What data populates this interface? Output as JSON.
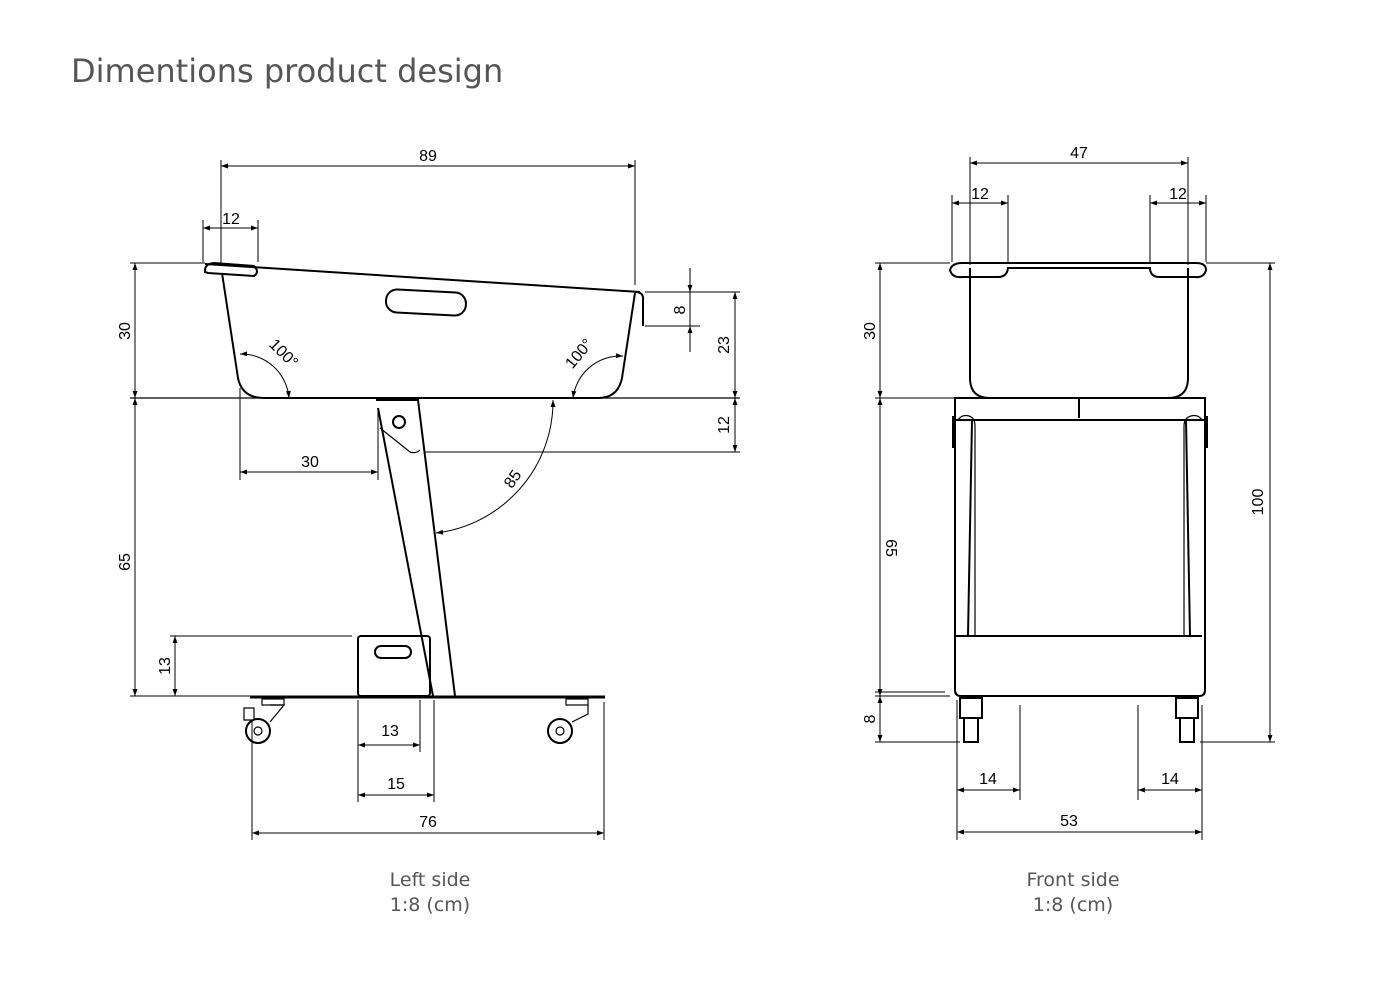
{
  "title": "Dimentions product design",
  "left_view": {
    "caption": "Left side",
    "scale": "1:8 (cm)",
    "dims": {
      "total_length": "89",
      "rim_width": "12",
      "basin_height": "30",
      "frame_height": "65",
      "box_height": "13",
      "lip_height": "8",
      "side_height": "23",
      "leg_offset_v": "12",
      "leg_offset_h": "30",
      "leg_angle": "85",
      "angle_left": "100°",
      "angle_right": "100°",
      "box_width": "13",
      "leg_base": "15",
      "base_length": "76"
    }
  },
  "front_view": {
    "caption": "Front side",
    "scale": "1:8 (cm)",
    "dims": {
      "basin_width": "47",
      "rim_left": "12",
      "rim_right": "12",
      "basin_height": "30",
      "frame_height": "65",
      "wheel_height": "8",
      "total_height": "100",
      "wheel_left": "14",
      "wheel_right": "14",
      "total_width": "53"
    }
  }
}
